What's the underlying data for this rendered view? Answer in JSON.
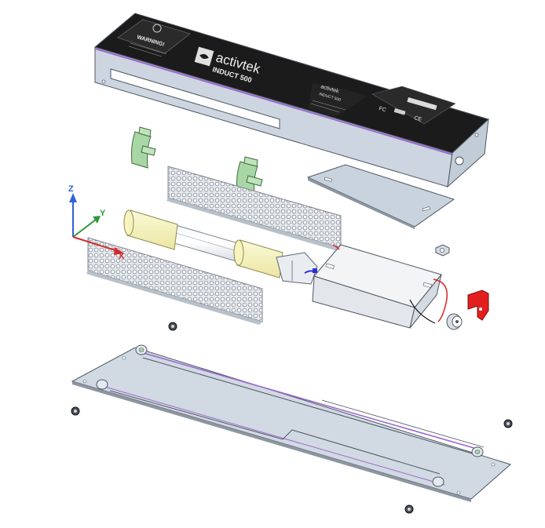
{
  "housing_label": {
    "warning_title": "WARNING!",
    "brand_name": "activtek",
    "model_name": "INDUCT 500",
    "small_brand": "activtek",
    "small_model": "INDUCT 500",
    "cert_fc": "FC",
    "cert_ce": "CE"
  },
  "axis_triad": {
    "z_label": "Z",
    "y_label": "Y",
    "x_label": "X"
  },
  "colors": {
    "metal": "#c9d3de",
    "metal_edge": "#5b6470",
    "purple_edge": "#9a6ad0",
    "label_black": "#141414",
    "clip_green": "#a9d6a5",
    "sleeve_yellow": "#f7f4bf",
    "red_part": "#e21f1f",
    "axis_z": "#2f62d8",
    "axis_y": "#2e9a3a",
    "axis_x": "#d42a2a"
  }
}
